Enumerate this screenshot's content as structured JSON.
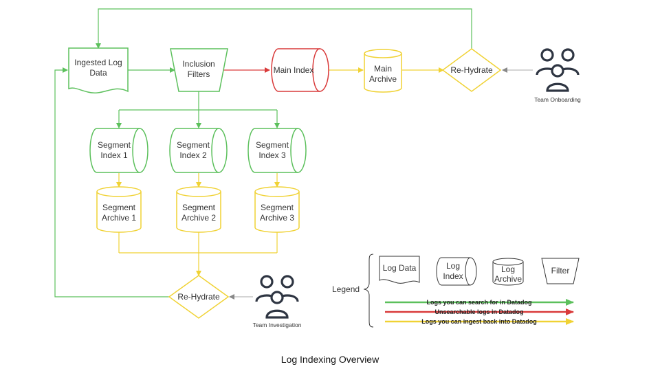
{
  "colors": {
    "green": "#5cc05c",
    "red": "#d93a3a",
    "yellow": "#f0d234",
    "gray": "#bbbbbb",
    "person": "#2e3542"
  },
  "nodes": {
    "ingested_log_data": [
      "Ingested Log",
      "Data"
    ],
    "inclusion_filters": [
      "Inclusion",
      "Filters"
    ],
    "main_index": [
      "Main Index"
    ],
    "main_archive": [
      "Main",
      "Archive"
    ],
    "rehydrate_top": [
      "Re-Hydrate"
    ],
    "team_onboarding": "Team Onboarding",
    "segment_index_1": [
      "Segment",
      "Index 1"
    ],
    "segment_index_2": [
      "Segment",
      "Index 2"
    ],
    "segment_index_3": [
      "Segment",
      "Index 3"
    ],
    "segment_archive_1": [
      "Segment",
      "Archive 1"
    ],
    "segment_archive_2": [
      "Segment",
      "Archive 2"
    ],
    "segment_archive_3": [
      "Segment",
      "Archive 3"
    ],
    "rehydrate_bottom": [
      "Re-Hydrate"
    ],
    "team_investigation": "Team Investigation"
  },
  "legend": {
    "title": "Legend",
    "log_data": [
      "Log Data"
    ],
    "log_index": [
      "Log",
      "Index"
    ],
    "log_archive": [
      "Log",
      "Archive"
    ],
    "filter": [
      "Filter"
    ],
    "green_line": "Logs you can search for in Datadog",
    "red_line": "Unsearchable logs in Datadog",
    "yellow_line": "Logs you can ingest back into Datadog"
  },
  "caption": "Log Indexing Overview"
}
